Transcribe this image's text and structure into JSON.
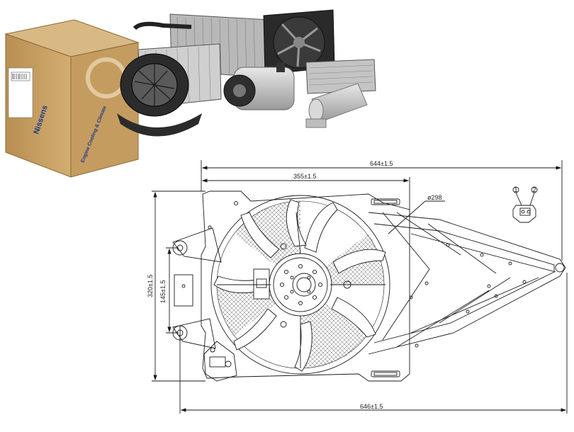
{
  "brand": {
    "logo_text": "Nissens",
    "box_side_text": "Engine Cooling & Climate"
  },
  "drawing": {
    "dim_top_overall": "644±1.5",
    "dim_top_partial": "355±1.5",
    "dim_bottom": "646±1.5",
    "dim_height": "320±1.5",
    "dim_inner_height": "145±1.5",
    "fan_diameter": "ø298",
    "connector_pin_labels": [
      "1",
      "2"
    ]
  },
  "colors": {
    "line": "#1a1a1a",
    "box_cardboard": "#c9a46a",
    "brand_blue": "#1a3a8a"
  }
}
